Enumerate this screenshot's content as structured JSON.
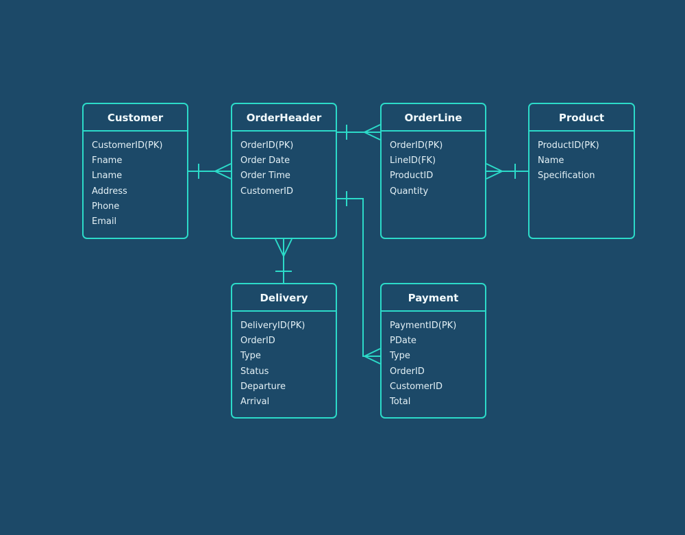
{
  "diagram": {
    "type": "entity-relationship-diagram",
    "notation": "crow-foot",
    "background_color": "#1c4968",
    "accent_color": "#2cdbc9",
    "title_text_color": "#f2fafc",
    "field_text_color": "#e4f1f6"
  },
  "entities": {
    "customer": {
      "name": "Customer",
      "fields": [
        "CustomerID(PK)",
        "Fname",
        "Lname",
        "Address",
        "Phone",
        "Email"
      ]
    },
    "order_header": {
      "name": "OrderHeader",
      "fields": [
        "OrderID(PK)",
        "Order Date",
        "Order Time",
        "CustomerID"
      ]
    },
    "order_line": {
      "name": "OrderLine",
      "fields": [
        "OrderID(PK)",
        "LineID(FK)",
        "ProductID",
        "Quantity"
      ]
    },
    "product": {
      "name": "Product",
      "fields": [
        "ProductID(PK)",
        "Name",
        "Specification"
      ]
    },
    "delivery": {
      "name": "Delivery",
      "fields": [
        "DeliveryID(PK)",
        "OrderID",
        "Type",
        "Status",
        "Departure",
        "Arrival"
      ]
    },
    "payment": {
      "name": "Payment",
      "fields": [
        "PaymentID(PK)",
        "PDate",
        "Type",
        "OrderID",
        "CustomerID",
        "Total"
      ]
    }
  },
  "relationships": [
    {
      "from": "Customer",
      "to": "OrderHeader",
      "from_cardinality": "one",
      "to_cardinality": "many"
    },
    {
      "from": "OrderHeader",
      "to": "OrderLine",
      "from_cardinality": "one",
      "to_cardinality": "many"
    },
    {
      "from": "Product",
      "to": "OrderLine",
      "from_cardinality": "one",
      "to_cardinality": "many"
    },
    {
      "from": "Delivery",
      "to": "OrderHeader",
      "from_cardinality": "one",
      "to_cardinality": "many"
    },
    {
      "from": "OrderHeader",
      "to": "Payment",
      "from_cardinality": "one",
      "to_cardinality": "many"
    }
  ]
}
